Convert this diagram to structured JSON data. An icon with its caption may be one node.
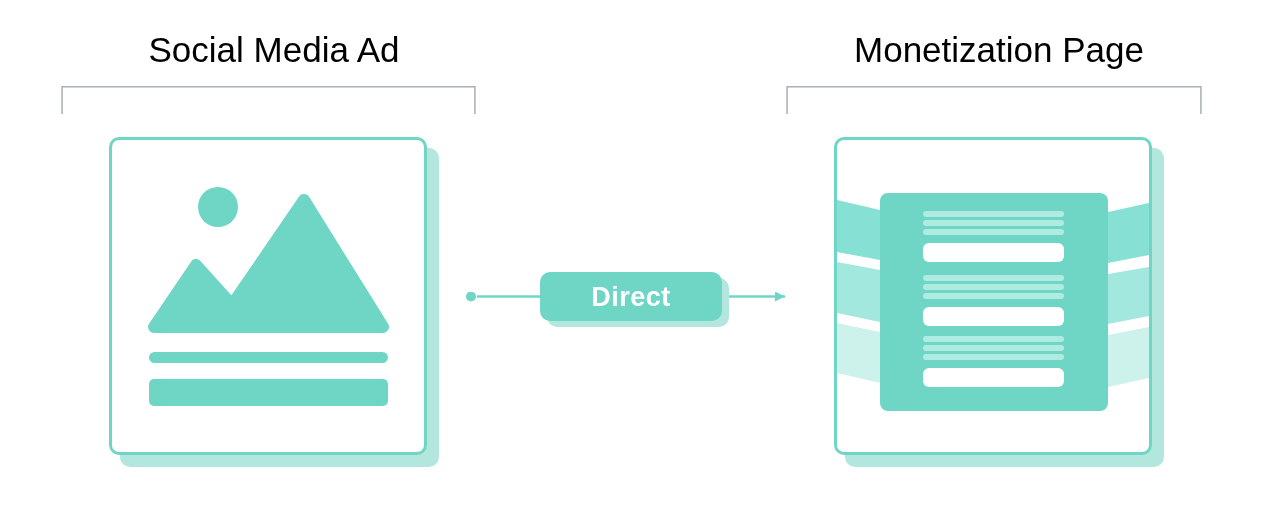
{
  "diagram": {
    "nodes": [
      {
        "text": [
          "Social Media Ad"
        ]
      },
      {
        "text": [
          "Direct"
        ]
      },
      {
        "text": [
          "Monetization Page"
        ]
      }
    ],
    "edges": [
      {
        "from": 0,
        "to": 1,
        "arrow": "other"
      },
      {
        "from": 1,
        "to": 2,
        "arrow": "to"
      }
    ]
  }
}
